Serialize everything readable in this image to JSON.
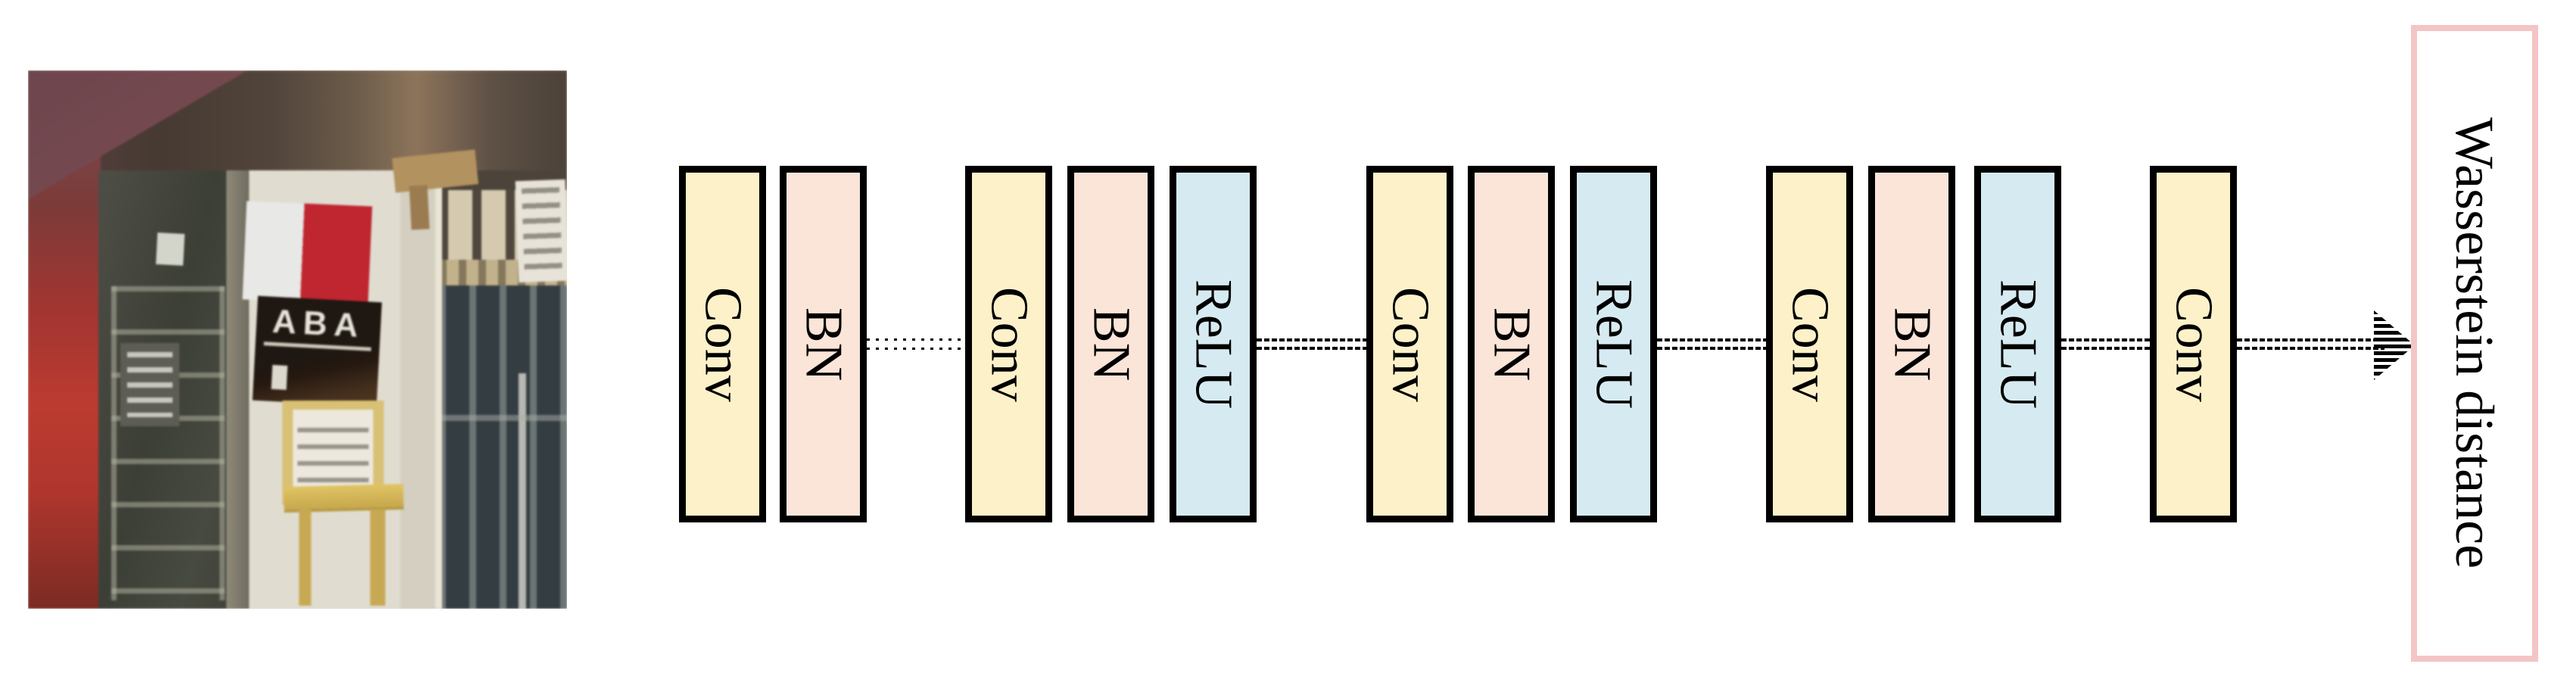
{
  "figure": {
    "description": "Discriminator network diagram: image input followed by Conv/BN/ReLU stacks ending in a Wasserstein distance output"
  },
  "photo": {
    "sign_text": "ABA"
  },
  "network": {
    "groups": [
      {
        "blocks": [
          "Conv",
          "BN"
        ]
      },
      {
        "blocks": [
          "Conv",
          "BN",
          "ReLU"
        ]
      },
      {
        "blocks": [
          "Conv",
          "BN",
          "ReLU"
        ]
      },
      {
        "blocks": [
          "Conv",
          "BN",
          "ReLU"
        ]
      },
      {
        "blocks": [
          "Conv"
        ]
      }
    ],
    "connectors": [
      "dotted",
      "dashed",
      "dashed",
      "dashed",
      "arrow"
    ],
    "output_label": "Wasserstein distance"
  },
  "colors": {
    "conv_fill": "#FDF1C9",
    "bn_fill": "#FBE5D8",
    "relu_fill": "#D6EBF1",
    "block_border": "#000000",
    "output_border": "#F4C5C5",
    "flag_red": "#C5242E"
  }
}
